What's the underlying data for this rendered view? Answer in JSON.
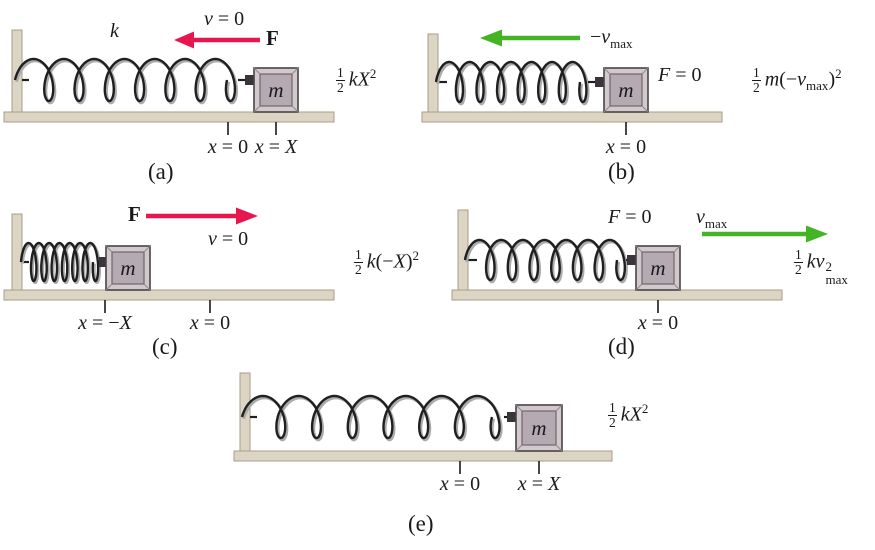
{
  "colors": {
    "force_arrow": "#e8164e",
    "velocity_arrow": "#44b424",
    "surface": "#ddd5c4",
    "surface_edge": "#a79d87",
    "spring": "#1f1f1f",
    "spring_shadow": "#ababab",
    "mass_face": "#b5aab1",
    "mass_frame": "#d2c9cd",
    "text": "#1a1a1a",
    "background": "#ffffff"
  },
  "labels": {
    "k": [
      {
        "i": "k"
      }
    ],
    "F": [
      {
        "b": "F"
      }
    ],
    "v_eq_0": [
      {
        "i": "v"
      },
      {
        "t": " = 0"
      }
    ],
    "F_eq_0": [
      {
        "i": "F"
      },
      {
        "t": " = 0"
      }
    ],
    "neg_vmax": [
      {
        "t": "−"
      },
      {
        "i": "v"
      },
      {
        "sub": "max"
      }
    ],
    "vmax": [
      {
        "i": "v"
      },
      {
        "sub": "max"
      }
    ],
    "x_eq_0": [
      {
        "i": "x"
      },
      {
        "t": " = 0"
      }
    ],
    "x_eq_X": [
      {
        "i": "x"
      },
      {
        "t": " = "
      },
      {
        "i": "X"
      }
    ],
    "x_eq_negX": [
      {
        "i": "x"
      },
      {
        "t": " = −"
      },
      {
        "i": "X"
      }
    ]
  },
  "formulas": {
    "half_kX2": [
      {
        "f": [
          "1",
          "2"
        ]
      },
      {
        "i": "kX"
      },
      {
        "sup": "2"
      }
    ],
    "half_m_neg_vmax_sq": [
      {
        "f": [
          "1",
          "2"
        ]
      },
      {
        "i": "m"
      },
      {
        "t": "(−"
      },
      {
        "i": "v"
      },
      {
        "sub": "max"
      },
      {
        "t": ")"
      },
      {
        "sup": "2"
      }
    ],
    "half_k_negX_sq": [
      {
        "f": [
          "1",
          "2"
        ]
      },
      {
        "i": "k"
      },
      {
        "t": "(−"
      },
      {
        "i": "X"
      },
      {
        "t": ")"
      },
      {
        "sup": "2"
      }
    ],
    "half_k_vmax_sq": [
      {
        "f": [
          "1",
          "2"
        ]
      },
      {
        "i": "kv"
      },
      {
        "ss": [
          "2",
          "max"
        ]
      }
    ]
  },
  "panels": {
    "a": {
      "caption": "(a)",
      "mass": "m"
    },
    "b": {
      "caption": "(b)",
      "mass": "m"
    },
    "c": {
      "caption": "(c)",
      "mass": "m"
    },
    "d": {
      "caption": "(d)",
      "mass": "m"
    },
    "e": {
      "caption": "(e)",
      "mass": "m"
    }
  }
}
